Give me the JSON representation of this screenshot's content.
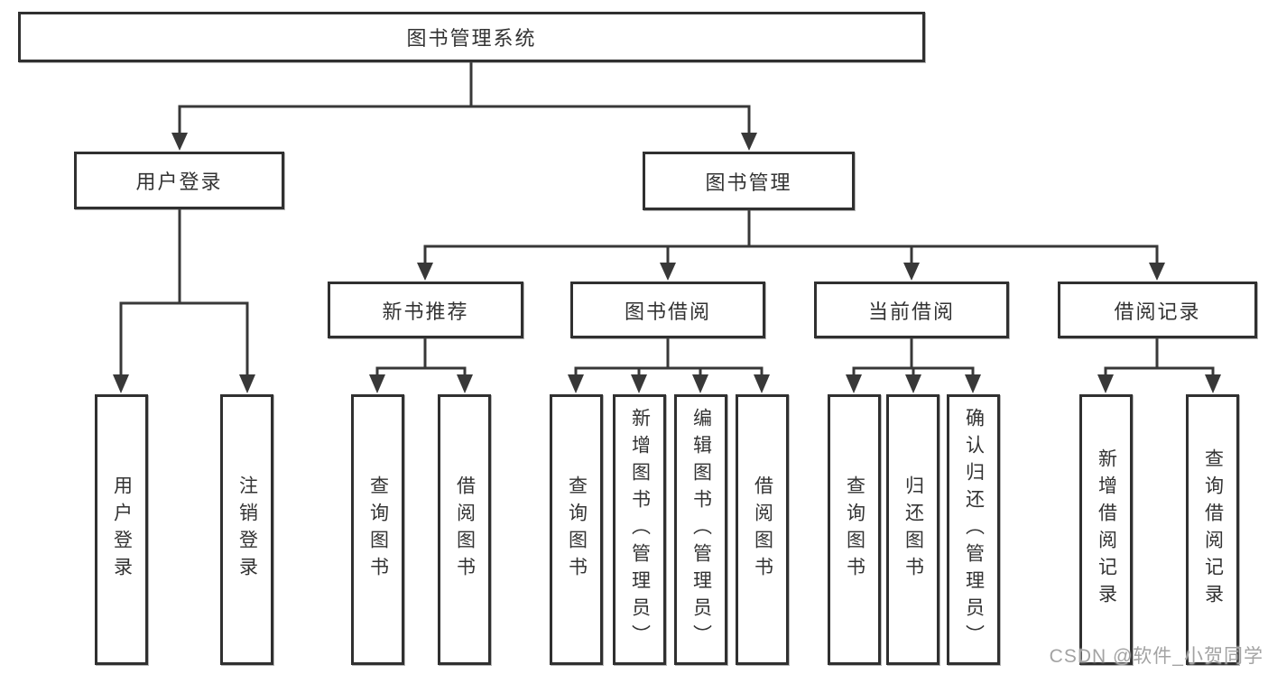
{
  "tree": {
    "root": "图书管理系统",
    "branches": [
      {
        "label": "用户登录",
        "children": [
          "用户登录",
          "注销登录"
        ]
      },
      {
        "label": "图书管理",
        "sections": [
          {
            "label": "新书推荐",
            "children": [
              "查询图书",
              "借阅图书"
            ]
          },
          {
            "label": "图书借阅",
            "children": [
              "查询图书",
              "新增图书（管理员）",
              "编辑图书（管理员）",
              "借阅图书"
            ]
          },
          {
            "label": "当前借阅",
            "children": [
              "查询图书",
              "归还图书",
              "确认归还（管理员）"
            ]
          },
          {
            "label": "借阅记录",
            "children": [
              "新增借阅记录",
              "查询借阅记录"
            ]
          }
        ]
      }
    ]
  },
  "watermark": {
    "text": "CSDN @软件_小贺同学"
  },
  "colors": {
    "line": "#383838",
    "box_border": "#303030",
    "text": "#333333",
    "watermark": "#a3a3a3",
    "background": "#ffffff"
  }
}
